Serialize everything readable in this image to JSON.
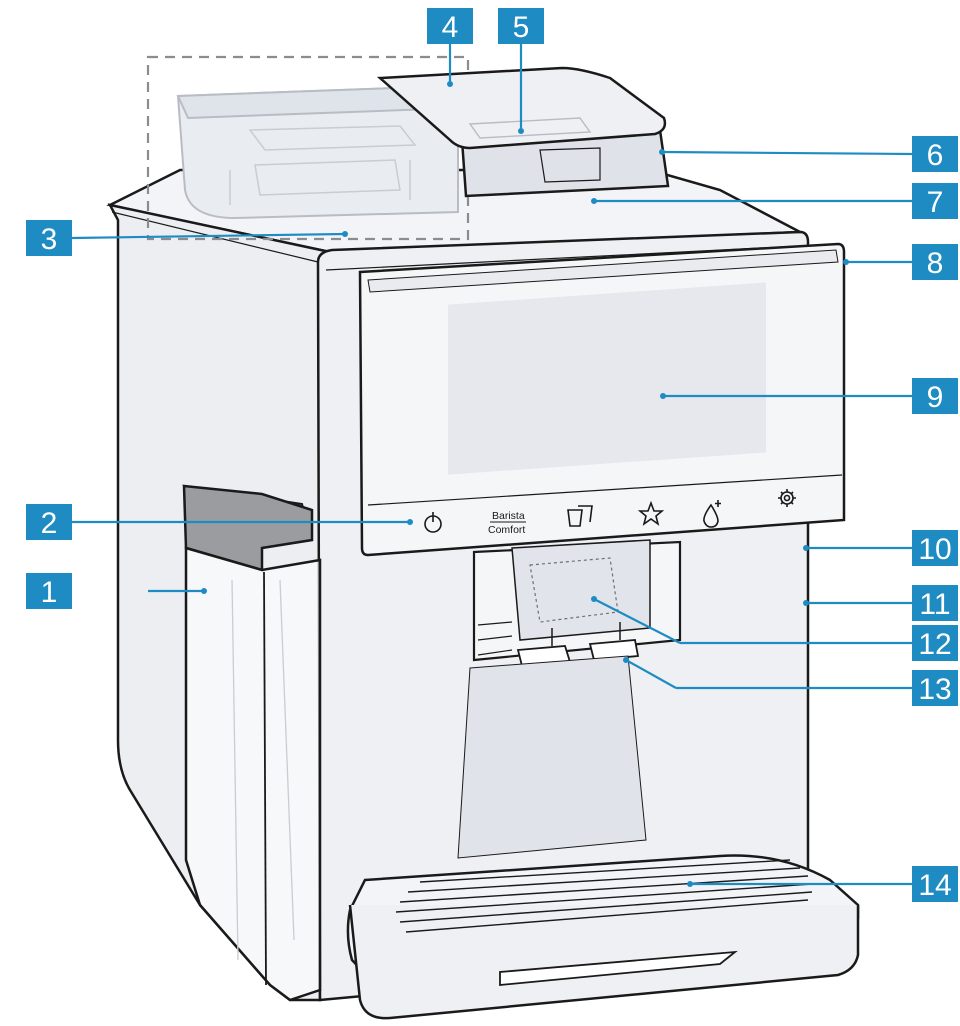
{
  "diagram": {
    "callouts": [
      "1",
      "2",
      "3",
      "4",
      "5",
      "6",
      "7",
      "8",
      "9",
      "10",
      "11",
      "12",
      "13",
      "14"
    ],
    "controls": {
      "barista_top": "Barista",
      "barista_bottom": "Comfort",
      "icons": [
        "power-icon",
        "barista-comfort-label",
        "cups-icon",
        "favorite-star-icon",
        "water-drop-plus-icon",
        "settings-gear-icon"
      ]
    },
    "colors": {
      "callout": "#1e8bc3",
      "outline": "#1a1a1a",
      "body_fill": "#eef0f4",
      "panel_fill": "#f5f6f8",
      "display_fill": "#e6e8ed",
      "milk_lid": "#9a9ca0"
    }
  }
}
